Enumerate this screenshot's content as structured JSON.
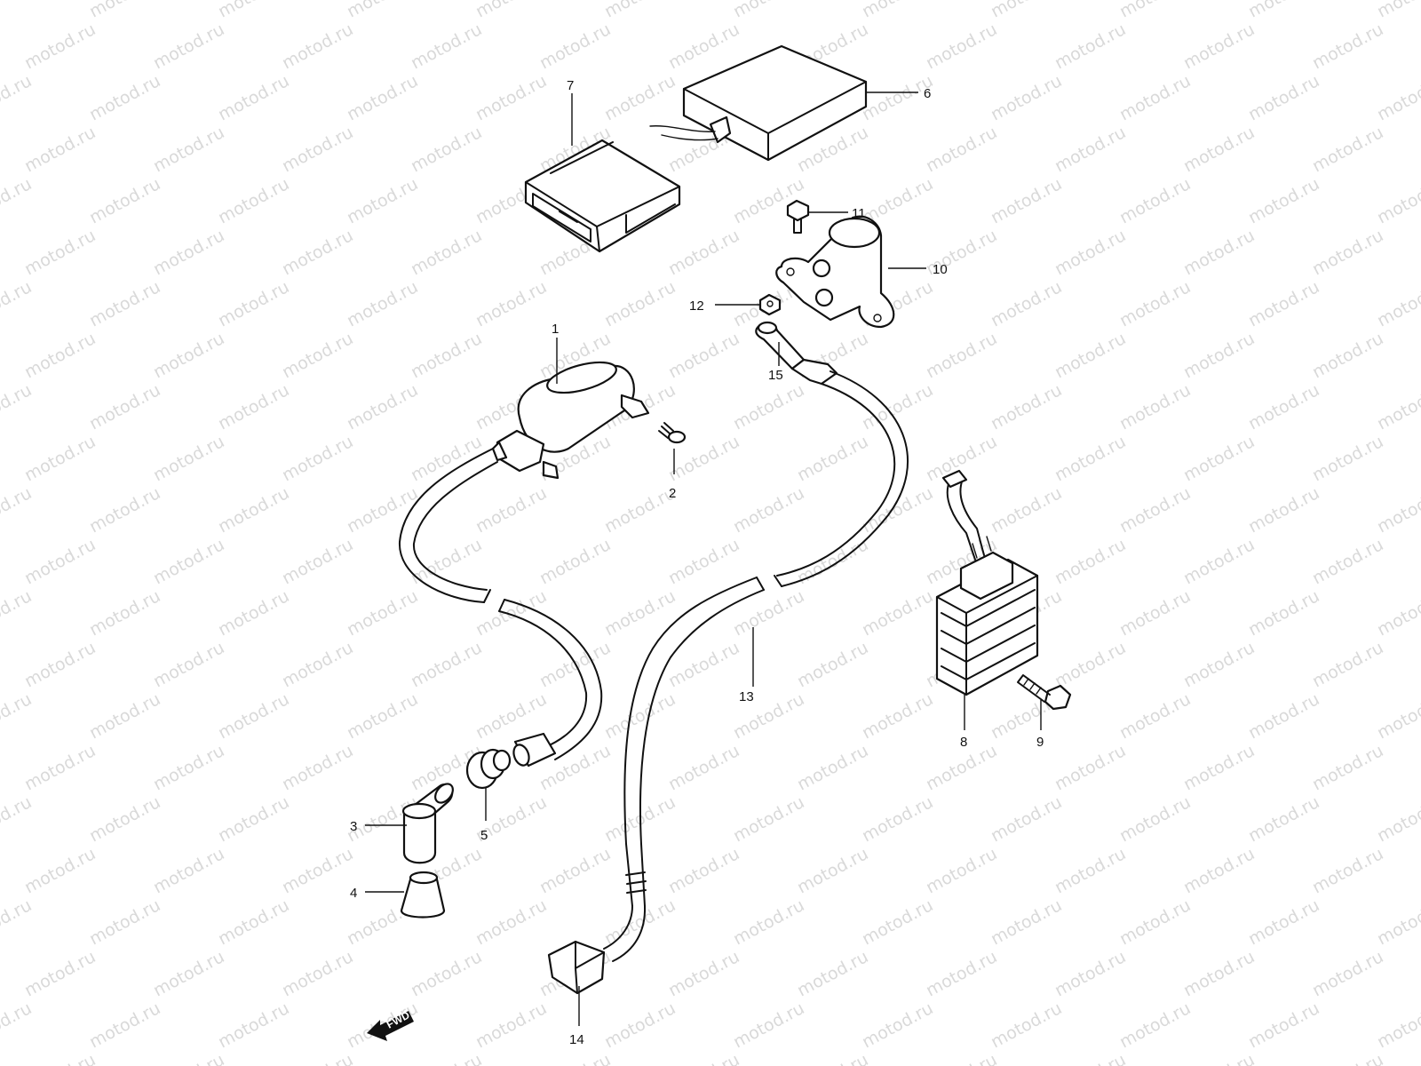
{
  "watermark": "motod.ru",
  "fwd_label": "FWD",
  "callouts": [
    {
      "id": "1",
      "label": "1"
    },
    {
      "id": "2",
      "label": "2"
    },
    {
      "id": "3",
      "label": "3"
    },
    {
      "id": "4",
      "label": "4"
    },
    {
      "id": "5",
      "label": "5"
    },
    {
      "id": "6",
      "label": "6"
    },
    {
      "id": "7",
      "label": "7"
    },
    {
      "id": "8",
      "label": "8"
    },
    {
      "id": "9",
      "label": "9"
    },
    {
      "id": "10",
      "label": "10"
    },
    {
      "id": "11",
      "label": "11"
    },
    {
      "id": "12",
      "label": "12"
    },
    {
      "id": "13",
      "label": "13"
    },
    {
      "id": "14",
      "label": "14"
    },
    {
      "id": "15",
      "label": "15"
    }
  ]
}
